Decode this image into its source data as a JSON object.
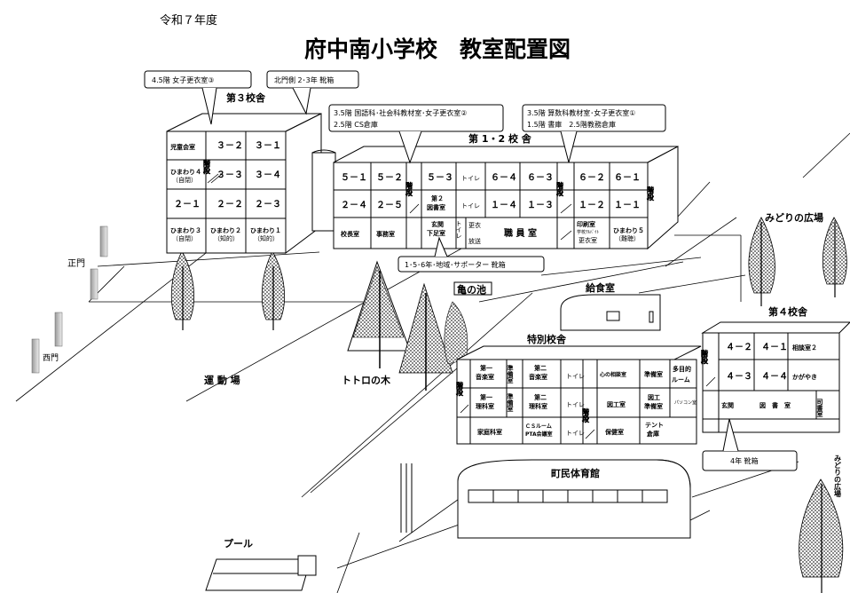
{
  "header": {
    "year": "令和７年度",
    "title": "府中南小学校　教室配置図"
  },
  "callouts": {
    "c1": "4.5階 女子更衣室③",
    "c2": "北門側 2･3年 靴箱",
    "c3a": "3.5階 国語科･社会科教材室･女子更衣室②",
    "c3b": "2.5階 CS倉庫",
    "c4a": "3.5階 算数科教材室･女子更衣室①",
    "c4b": "1.5階 書庫　2.5階教務倉庫",
    "c5": "1･5･6年･地域･サポーター 靴箱",
    "c6": "4年 靴箱"
  },
  "buildings": {
    "b3": "第３校舎",
    "b12": "第 1・2 校 舎",
    "b4": "第４校舎",
    "special": "特別校舎",
    "lunch": "給食室",
    "gym": "町民体育館",
    "pool": "プール",
    "pond": "亀の池"
  },
  "places": {
    "main_gate": "正門",
    "west_gate": "西門",
    "ground": "運 動 場",
    "totoro": "トトロの木",
    "midori": "みどりの広場",
    "midori_v": "みどりの広場"
  },
  "rooms3": {
    "r_a1": "児童会室",
    "r_32": "３－２",
    "r_31": "３－１",
    "r_h4": "ひまわり４",
    "r_h4s": "（自閉）",
    "r_33": "３－３",
    "r_34": "３－４",
    "r_21": "２－１",
    "r_22": "２－２",
    "r_23": "２－３",
    "r_h3": "ひまわり３",
    "r_h3s": "（自閉）",
    "r_h2": "ひまわり２",
    "r_h2s": "（知的）",
    "r_h1": "ひまわり１",
    "r_h1s": "（知的）",
    "stairs": "階段"
  },
  "rooms12": {
    "r51": "５－１",
    "r52": "５－２",
    "r53": "５－３",
    "r64": "６－４",
    "r63": "６－３",
    "r62": "６－２",
    "r61": "６－１",
    "r24": "２－４",
    "r25": "２－５",
    "lib2a": "第２",
    "lib2b": "図書室",
    "r14": "１－４",
    "r13": "１－３",
    "r12": "１－２",
    "r11": "１－１",
    "principal": "校長室",
    "office": "事務室",
    "entrance": "玄関",
    "shoes": "下足室",
    "toilet_v": "トイレ",
    "change": "更衣",
    "broadcast": "放送",
    "staff": "職 員 室",
    "print": "印刷室",
    "print_sub": "学校ｱﾙﾊﾞｲﾄ",
    "locker": "更衣室",
    "h5": "ひまわり５",
    "h5s": "（難聴）",
    "wc": "トイレ",
    "stairs": "階段"
  },
  "rooms4": {
    "r42": "４－２",
    "r41": "４－１",
    "consult2": "相談室２",
    "r43": "４－３",
    "r44": "４－４",
    "kagayaki": "かがやき",
    "entrance": "玄関",
    "library": "図　書　室",
    "librarian": "司書室",
    "stairs": "階段"
  },
  "roomsSp": {
    "m1a": "第一",
    "m1b": "音楽室",
    "prep": "準備室",
    "m2a": "第二",
    "m2b": "音楽室",
    "sc1a": "第一",
    "sc1b": "理科室",
    "sc2a": "第二",
    "sc2b": "理科室",
    "home": "家庭科室",
    "cs1": "ＣＳルーム",
    "cs2": "PTA会議室",
    "heart": "心の相談室",
    "prep2": "準備室",
    "multi1": "多目的",
    "multi2": "ルーム",
    "art": "図工室",
    "artprep1": "図工",
    "artprep2": "準備室",
    "pc": "パソコン室",
    "nurse": "保健室",
    "tent1": "テント",
    "tent2": "倉庫",
    "wc": "トイレ",
    "stairs": "階段"
  }
}
